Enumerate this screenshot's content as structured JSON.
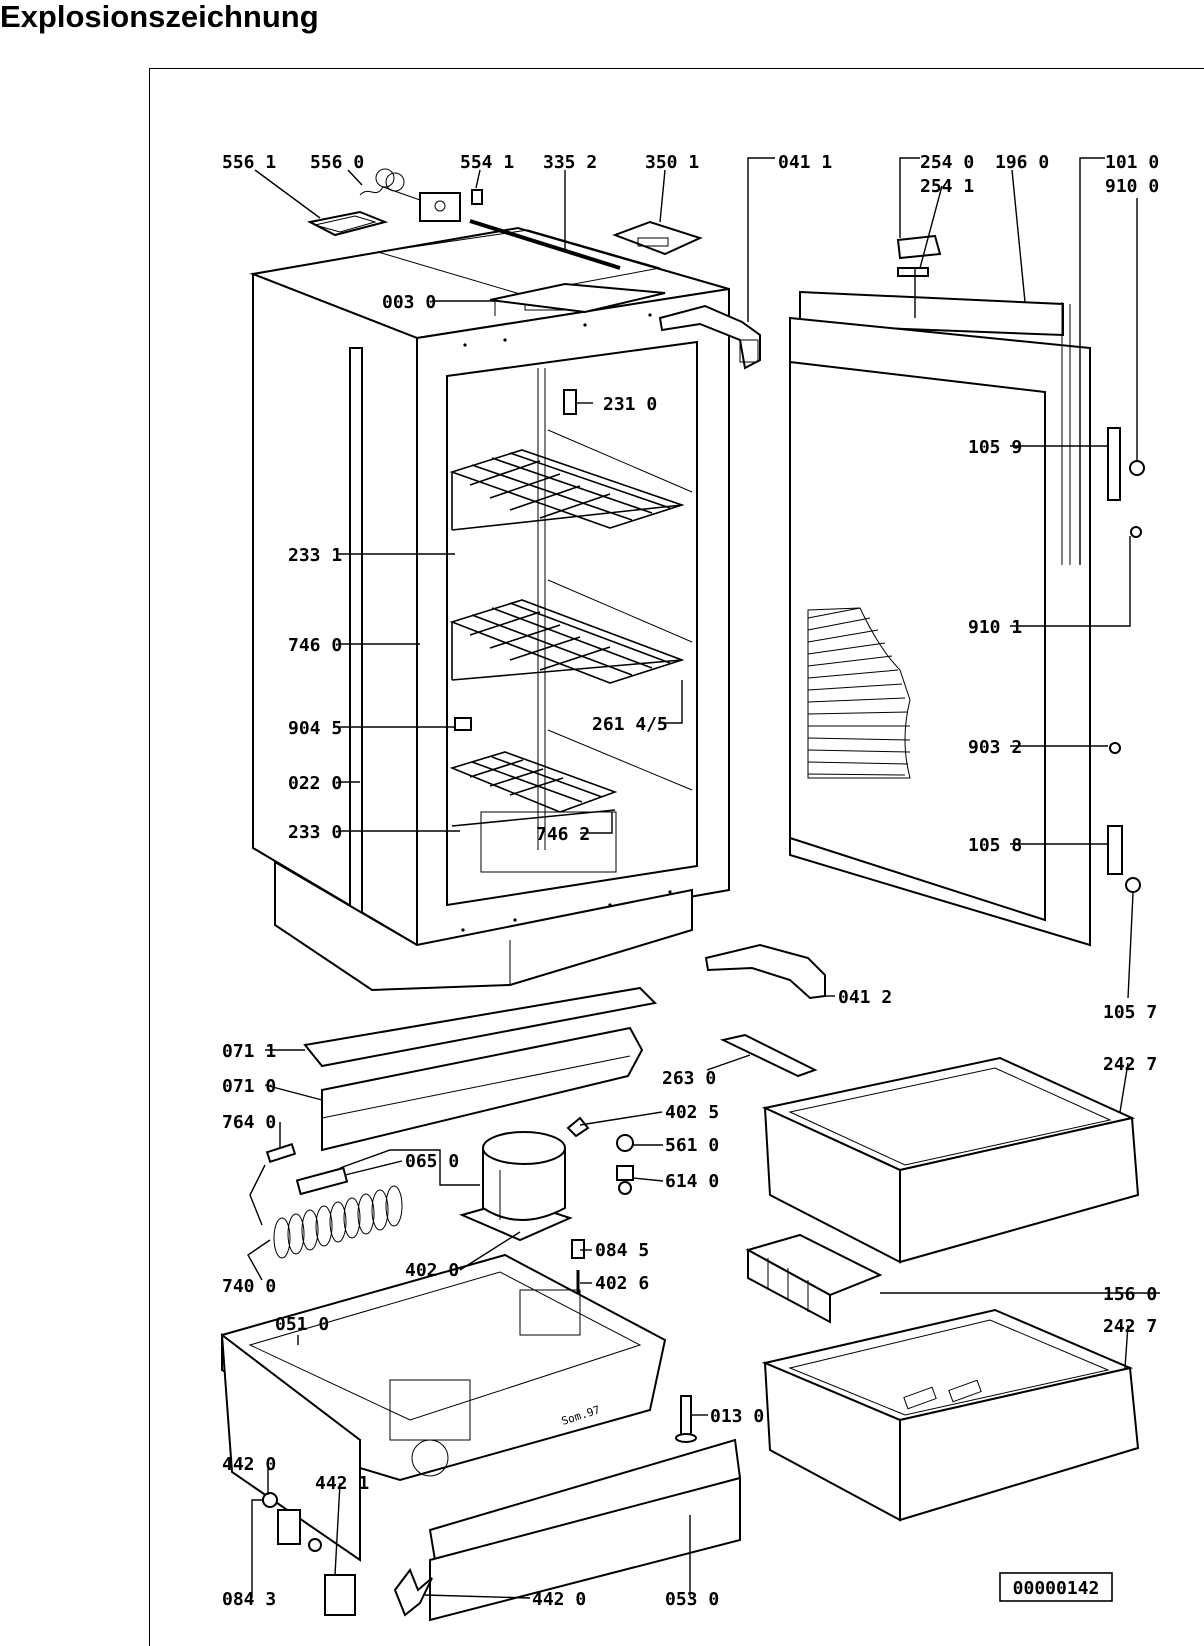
{
  "title": "Explosionszeichnung",
  "drawing_number": "00000142",
  "engraving": "Som.97",
  "part_labels": [
    {
      "id": "p5561",
      "text": "556 1"
    },
    {
      "id": "p5560",
      "text": "556 0"
    },
    {
      "id": "p5541",
      "text": "554 1"
    },
    {
      "id": "p3352",
      "text": "335 2"
    },
    {
      "id": "p3501",
      "text": "350 1"
    },
    {
      "id": "p0411",
      "text": "041 1"
    },
    {
      "id": "p2540",
      "text": "254 0"
    },
    {
      "id": "p2541",
      "text": "254 1"
    },
    {
      "id": "p1960",
      "text": "196 0"
    },
    {
      "id": "p1010",
      "text": "101 0"
    },
    {
      "id": "p9100",
      "text": "910 0"
    },
    {
      "id": "p0030",
      "text": "003 0"
    },
    {
      "id": "p2310",
      "text": "231 0"
    },
    {
      "id": "p1059",
      "text": "105 9"
    },
    {
      "id": "p2331",
      "text": "233 1"
    },
    {
      "id": "p9101",
      "text": "910 1"
    },
    {
      "id": "p7460",
      "text": "746 0"
    },
    {
      "id": "p26145",
      "text": "261 4/5"
    },
    {
      "id": "p9045",
      "text": "904 5"
    },
    {
      "id": "p9032",
      "text": "903 2"
    },
    {
      "id": "p0220",
      "text": "022 0"
    },
    {
      "id": "p2330",
      "text": "233 0"
    },
    {
      "id": "p7462",
      "text": "746 2"
    },
    {
      "id": "p1058",
      "text": "105 8"
    },
    {
      "id": "p0412",
      "text": "041 2"
    },
    {
      "id": "p1057",
      "text": "105 7"
    },
    {
      "id": "p0711",
      "text": "071 1"
    },
    {
      "id": "p2630",
      "text": "263 0"
    },
    {
      "id": "p2427a",
      "text": "242 7"
    },
    {
      "id": "p0710",
      "text": "071 0"
    },
    {
      "id": "p4025",
      "text": "402 5"
    },
    {
      "id": "p7640",
      "text": "764 0"
    },
    {
      "id": "p5610",
      "text": "561 0"
    },
    {
      "id": "p0650",
      "text": "065 0"
    },
    {
      "id": "p6140",
      "text": "614 0"
    },
    {
      "id": "p0845",
      "text": "084 5"
    },
    {
      "id": "p4020",
      "text": "402 0"
    },
    {
      "id": "p4026",
      "text": "402 6"
    },
    {
      "id": "p7400",
      "text": "740 0"
    },
    {
      "id": "p1560",
      "text": "156 0"
    },
    {
      "id": "p0510",
      "text": "051 0"
    },
    {
      "id": "p2427b",
      "text": "242 7"
    },
    {
      "id": "p0130",
      "text": "013 0"
    },
    {
      "id": "p4420a",
      "text": "442 0"
    },
    {
      "id": "p4421",
      "text": "442 1"
    },
    {
      "id": "p0843",
      "text": "084 3"
    },
    {
      "id": "p4420b",
      "text": "442 0"
    },
    {
      "id": "p0530",
      "text": "053 0"
    }
  ]
}
